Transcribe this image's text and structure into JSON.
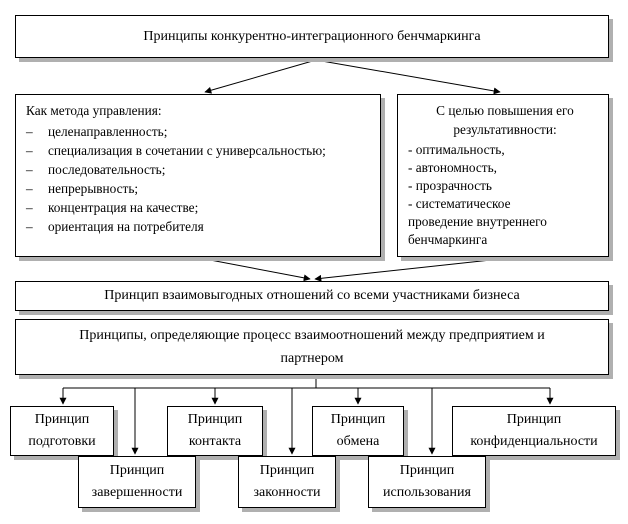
{
  "top_box": {
    "text": "Принципы конкурентно-интеграционного бенчмаркинга"
  },
  "left_box": {
    "title": "Как метода управления:",
    "items": [
      "целенаправленность;",
      "специализация в сочетании с универсальностью;",
      "последовательность;",
      "непрерывность;",
      "концентрация на качестве;",
      "ориентация на потребителя"
    ]
  },
  "right_box": {
    "title_line1": "С целью повышения его",
    "title_line2": "результативности:",
    "items": [
      "- оптимальность,",
      "- автономность,",
      "- прозрачность",
      "- систематическое",
      "проведение внутреннего",
      "бенчмаркинга"
    ]
  },
  "mutual_box": {
    "text": "Принцип взаимовыгодных отношений со всеми участниками бизнеса"
  },
  "process_box": {
    "line1": "Принципы, определяющие процесс взаимоотношений между предприятием и",
    "line2": "партнером"
  },
  "sub_principles": [
    {
      "line1": "Принцип",
      "line2": "подготовки"
    },
    {
      "line1": "Принцип",
      "line2": "завершенности"
    },
    {
      "line1": "Принцип",
      "line2": "контакта"
    },
    {
      "line1": "Принцип",
      "line2": "законности"
    },
    {
      "line1": "Принцип",
      "line2": "обмена"
    },
    {
      "line1": "Принцип",
      "line2": "использования"
    },
    {
      "line1": "Принцип",
      "line2": "конфиденциальности"
    }
  ]
}
